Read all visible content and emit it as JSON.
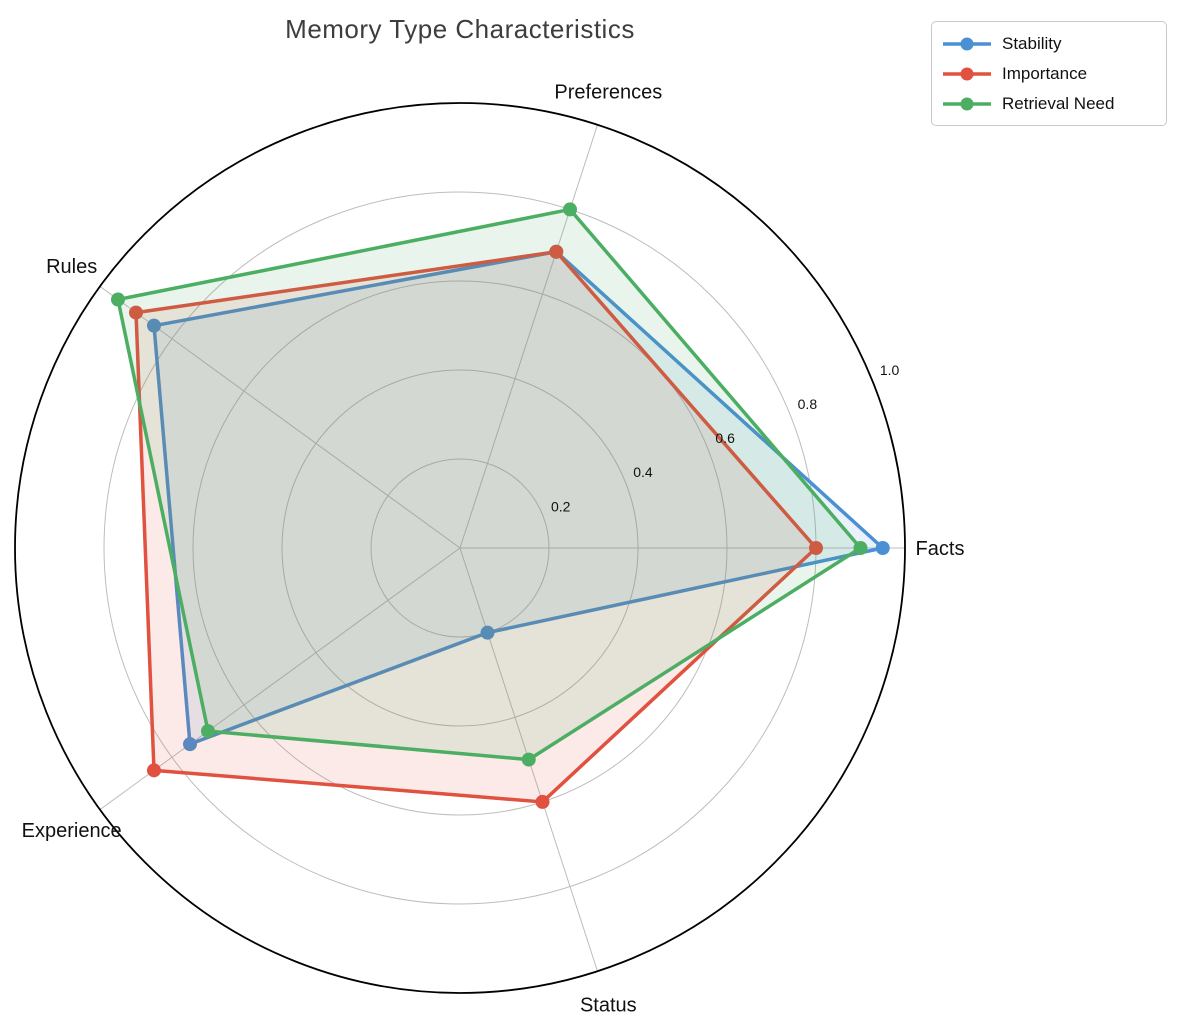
{
  "title": "Memory Type Characteristics",
  "chart_data": {
    "type": "radar",
    "title": "Memory Type Characteristics",
    "categories": [
      "Facts",
      "Preferences",
      "Rules",
      "Experience",
      "Status"
    ],
    "radial_ticks": [
      0.2,
      0.4,
      0.6,
      0.8,
      1.0
    ],
    "radial_tick_labels": [
      "0.2",
      "0.4",
      "0.6",
      "0.8",
      "1.0"
    ],
    "rlim": [
      0,
      1.0
    ],
    "angle_start_deg": 0,
    "direction": "counterclockwise",
    "grid": true,
    "legend_position": "upper-right",
    "series": [
      {
        "name": "Stability",
        "color": "#4a90d2",
        "values": [
          0.95,
          0.7,
          0.85,
          0.75,
          0.2
        ]
      },
      {
        "name": "Importance",
        "color": "#e0513f",
        "values": [
          0.8,
          0.7,
          0.9,
          0.85,
          0.6
        ]
      },
      {
        "name": "Retrieval Need",
        "color": "#4cae63",
        "values": [
          0.9,
          0.8,
          0.95,
          0.7,
          0.5
        ]
      }
    ]
  }
}
